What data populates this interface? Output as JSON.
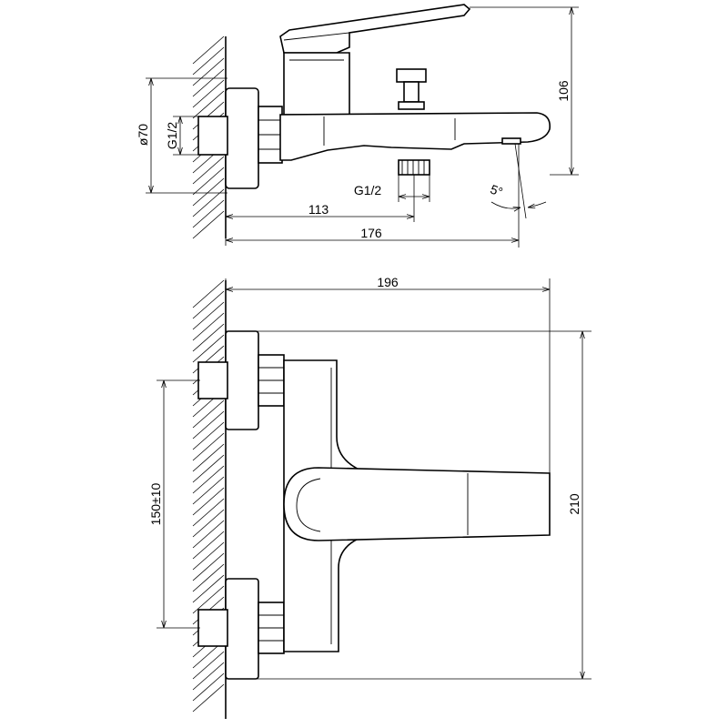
{
  "top_view": {
    "dim_height": "106",
    "dim_diameter": "ø70",
    "dim_thread_left": "G1/2",
    "dim_thread_bottom": "G1/2",
    "dim_113": "113",
    "dim_176": "176",
    "dim_angle": "5°"
  },
  "front_view": {
    "dim_width": "196",
    "dim_height": "210",
    "dim_spacing": "150±10"
  }
}
